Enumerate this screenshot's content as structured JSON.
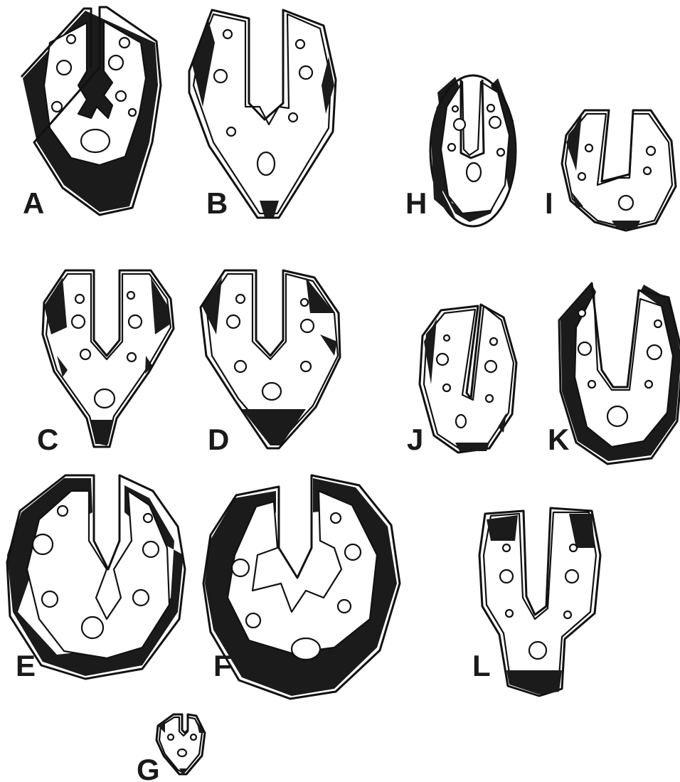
{
  "labels": {
    "A": "A",
    "B": "B",
    "C": "C",
    "D": "D",
    "E": "E",
    "F": "F",
    "G": "G",
    "H": "H",
    "I": "I",
    "J": "J",
    "K": "K",
    "L": "L"
  }
}
